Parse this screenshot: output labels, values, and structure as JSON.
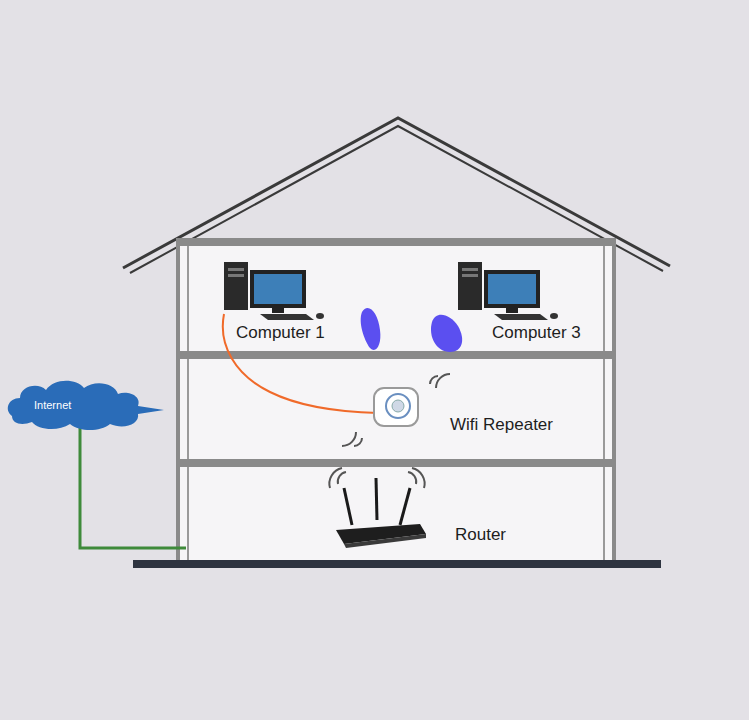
{
  "diagram": {
    "nodes": [
      {
        "text": [
          "Internet"
        ]
      }
    ],
    "labels": [
      "Computer 1",
      "Computer 3",
      "Wifi Repeater",
      "Router"
    ]
  }
}
